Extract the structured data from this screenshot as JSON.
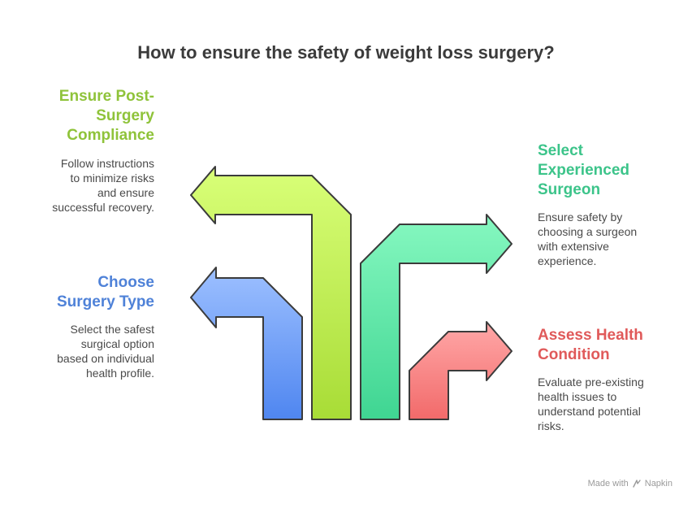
{
  "title": "How to ensure the safety of weight loss surgery?",
  "steps": [
    {
      "id": "compliance",
      "heading": "Ensure Post-\nSurgery\nCompliance",
      "description": "Follow instructions\nto minimize risks\nand ensure\nsuccessful recovery.",
      "color": "#8fc33a"
    },
    {
      "id": "surgery-type",
      "heading": "Choose\nSurgery Type",
      "description": "Select the safest\nsurgical option\nbased on individual\nhealth profile.",
      "color": "#4f82d8"
    },
    {
      "id": "surgeon",
      "heading": "Select\nExperienced\nSurgeon",
      "description": "Ensure safety by\nchoosing a surgeon\nwith extensive\nexperience.",
      "color": "#3cc48a"
    },
    {
      "id": "health",
      "heading": "Assess Health\nCondition",
      "description": "Evaluate pre-existing\nhealth issues to\nunderstand potential\nrisks.",
      "color": "#e05a5a"
    }
  ],
  "footer": {
    "made_with": "Made with",
    "brand": "Napkin"
  }
}
